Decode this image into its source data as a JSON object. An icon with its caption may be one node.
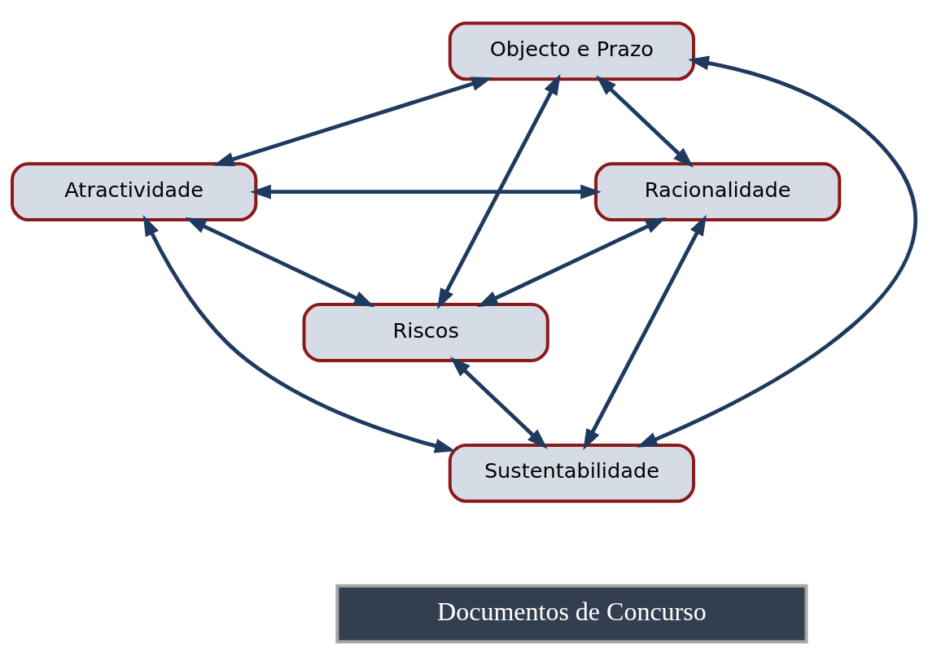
{
  "diagram": {
    "nodes": [
      {
        "text": [
          "Objecto e Prazo"
        ]
      },
      {
        "text": [
          "Racionalidade"
        ]
      },
      {
        "text": [
          "Atractividade"
        ]
      },
      {
        "text": [
          "Sustentabilidade"
        ]
      },
      {
        "text": [
          "Riscos"
        ]
      },
      {
        "text": [
          "Documentos de Concurso"
        ]
      }
    ],
    "edges": [
      {
        "from": 0,
        "to": 1,
        "arrow": "both"
      },
      {
        "from": 0,
        "to": 2,
        "arrow": "both"
      },
      {
        "from": 1,
        "to": 3,
        "arrow": "both"
      },
      {
        "from": 2,
        "to": 4,
        "arrow": "both"
      },
      {
        "from": 4,
        "to": 3,
        "arrow": "both"
      },
      {
        "from": 0,
        "to": 4,
        "arrow": "both"
      },
      {
        "from": 0,
        "to": 3,
        "arrow": "both"
      },
      {
        "from": 2,
        "to": 1,
        "arrow": "both"
      },
      {
        "from": 2,
        "to": 3,
        "arrow": "both"
      },
      {
        "from": 1,
        "to": 4,
        "arrow": "both"
      }
    ]
  }
}
